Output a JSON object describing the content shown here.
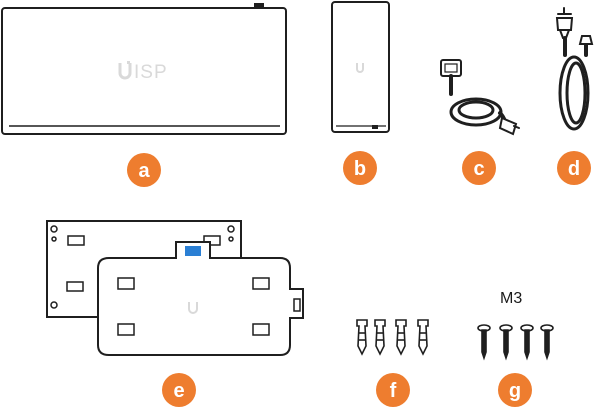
{
  "colors": {
    "badge": "#ee7d2f",
    "outline": "#1f1f1f",
    "accent_blue": "#2a7fd4",
    "brand_gray": "#d9d9d9"
  },
  "items": [
    {
      "letter": "a",
      "part": "device",
      "brand_text": "ISP",
      "icon": "ubiquiti-logo-icon"
    },
    {
      "letter": "b",
      "part": "power-adapter",
      "icon": "ubiquiti-logo-icon"
    },
    {
      "letter": "c",
      "part": "dc-cable"
    },
    {
      "letter": "d",
      "part": "power-cord"
    },
    {
      "letter": "e",
      "part": "mounting-brackets",
      "icon": "ubiquiti-logo-icon"
    },
    {
      "letter": "f",
      "part": "wall-anchors",
      "count": 4
    },
    {
      "letter": "g",
      "part": "screws",
      "count": 4,
      "spec_label": "M3"
    }
  ]
}
